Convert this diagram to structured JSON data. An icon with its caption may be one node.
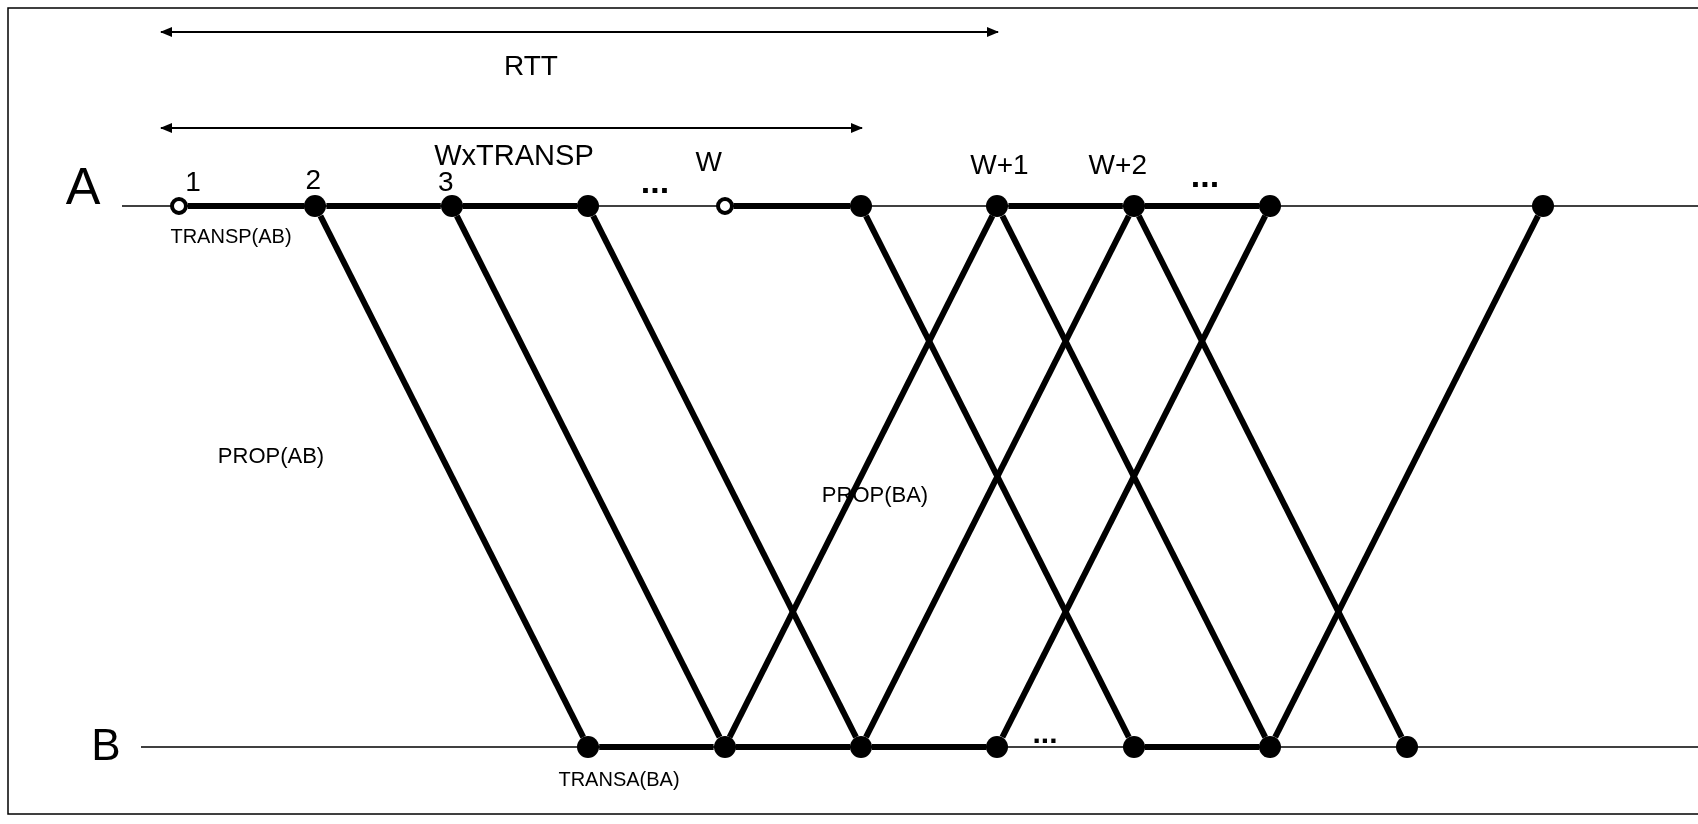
{
  "diagram": {
    "nodes": [
      {
        "text": [],
        "shape": "circle",
        "beside": [
          "1"
        ]
      },
      {
        "text": [],
        "shape": "circle",
        "beside": [
          "2"
        ]
      },
      {
        "text": [],
        "shape": "circle",
        "beside": [
          "3"
        ]
      },
      {
        "text": [],
        "shape": "circle"
      },
      {
        "text": [],
        "shape": "circle",
        "beside": [
          "W"
        ]
      },
      {
        "text": [],
        "shape": "circle"
      },
      {
        "text": [],
        "shape": "circle",
        "beside": [
          "W+1"
        ]
      },
      {
        "text": [],
        "shape": "circle",
        "beside": [
          "W+2"
        ]
      },
      {
        "text": [],
        "shape": "circle"
      },
      {
        "text": [],
        "shape": "circle"
      },
      {
        "text": [],
        "shape": "circle"
      },
      {
        "text": [],
        "shape": "circle"
      },
      {
        "text": [],
        "shape": "circle"
      },
      {
        "text": [],
        "shape": "circle"
      },
      {
        "text": [],
        "shape": "circle"
      },
      {
        "text": [],
        "shape": "circle"
      },
      {
        "text": [],
        "shape": "circle"
      }
    ],
    "edges": [
      {
        "from": 0,
        "to": 1,
        "arrow": "none"
      },
      {
        "from": 1,
        "to": 2,
        "arrow": "none"
      },
      {
        "from": 2,
        "to": 3,
        "arrow": "none"
      },
      {
        "from": 4,
        "to": 5,
        "arrow": "none"
      },
      {
        "from": 6,
        "to": 7,
        "arrow": "none"
      },
      {
        "from": 7,
        "to": 8,
        "arrow": "none"
      },
      {
        "from": 10,
        "to": 11,
        "arrow": "none"
      },
      {
        "from": 11,
        "to": 12,
        "arrow": "none"
      },
      {
        "from": 12,
        "to": 13,
        "arrow": "none"
      },
      {
        "from": 14,
        "to": 15,
        "arrow": "none"
      },
      {
        "from": 1,
        "to": 10,
        "arrow": "none"
      },
      {
        "from": 2,
        "to": 11,
        "arrow": "none"
      },
      {
        "from": 3,
        "to": 12,
        "arrow": "none"
      },
      {
        "from": 5,
        "to": 14,
        "arrow": "none"
      },
      {
        "from": 6,
        "to": 15,
        "arrow": "none"
      },
      {
        "from": 7,
        "to": 16,
        "arrow": "none"
      },
      {
        "from": 11,
        "to": 6,
        "arrow": "none"
      },
      {
        "from": 12,
        "to": 7,
        "arrow": "none"
      },
      {
        "from": 13,
        "to": 8,
        "arrow": "none"
      },
      {
        "from": 15,
        "to": 9,
        "arrow": "none"
      }
    ],
    "labels": [
      "RTT",
      "WxTRANSP",
      "A",
      "...",
      "...",
      "TRANSP(AB)",
      "PROP(AB)",
      "PROP(BA)",
      "B",
      "...",
      "TRANSA(BA)"
    ]
  }
}
